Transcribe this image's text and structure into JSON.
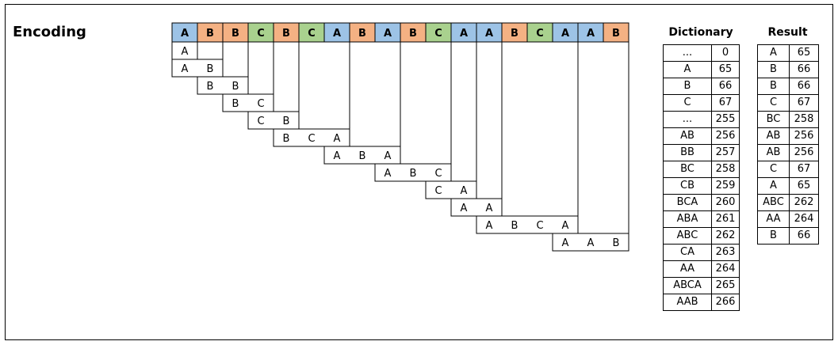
{
  "title": "Encoding",
  "input_sequence": [
    "A",
    "B",
    "B",
    "C",
    "B",
    "C",
    "A",
    "B",
    "A",
    "B",
    "C",
    "A",
    "A",
    "B",
    "C",
    "A",
    "A",
    "B"
  ],
  "colors": {
    "A": "#9dc3e6",
    "B": "#f4b183",
    "C": "#a9d18e"
  },
  "steps": [
    {
      "start": 0,
      "chars": [
        "A"
      ]
    },
    {
      "start": 0,
      "chars": [
        "A",
        "B"
      ]
    },
    {
      "start": 1,
      "chars": [
        "B",
        "B"
      ]
    },
    {
      "start": 2,
      "chars": [
        "B",
        "C"
      ]
    },
    {
      "start": 3,
      "chars": [
        "C",
        "B"
      ]
    },
    {
      "start": 4,
      "chars": [
        "B",
        "C",
        "A"
      ]
    },
    {
      "start": 6,
      "chars": [
        "A",
        "B",
        "A"
      ]
    },
    {
      "start": 8,
      "chars": [
        "A",
        "B",
        "C"
      ]
    },
    {
      "start": 10,
      "chars": [
        "C",
        "A"
      ]
    },
    {
      "start": 11,
      "chars": [
        "A",
        "A"
      ]
    },
    {
      "start": 12,
      "chars": [
        "A",
        "B",
        "C",
        "A"
      ]
    },
    {
      "start": 15,
      "chars": [
        "A",
        "A",
        "B"
      ]
    }
  ],
  "dictionary": {
    "header": "Dictionary",
    "rows": [
      [
        "...",
        "0"
      ],
      [
        "A",
        "65"
      ],
      [
        "B",
        "66"
      ],
      [
        "C",
        "67"
      ],
      [
        "...",
        "255"
      ],
      [
        "AB",
        "256"
      ],
      [
        "BB",
        "257"
      ],
      [
        "BC",
        "258"
      ],
      [
        "CB",
        "259"
      ],
      [
        "BCA",
        "260"
      ],
      [
        "ABA",
        "261"
      ],
      [
        "ABC",
        "262"
      ],
      [
        "CA",
        "263"
      ],
      [
        "AA",
        "264"
      ],
      [
        "ABCA",
        "265"
      ],
      [
        "AAB",
        "266"
      ]
    ]
  },
  "result": {
    "header": "Result",
    "rows": [
      [
        "A",
        "65"
      ],
      [
        "B",
        "66"
      ],
      [
        "B",
        "66"
      ],
      [
        "C",
        "67"
      ],
      [
        "BC",
        "258"
      ],
      [
        "AB",
        "256"
      ],
      [
        "AB",
        "256"
      ],
      [
        "C",
        "67"
      ],
      [
        "A",
        "65"
      ],
      [
        "ABC",
        "262"
      ],
      [
        "AA",
        "264"
      ],
      [
        "B",
        "66"
      ]
    ]
  }
}
